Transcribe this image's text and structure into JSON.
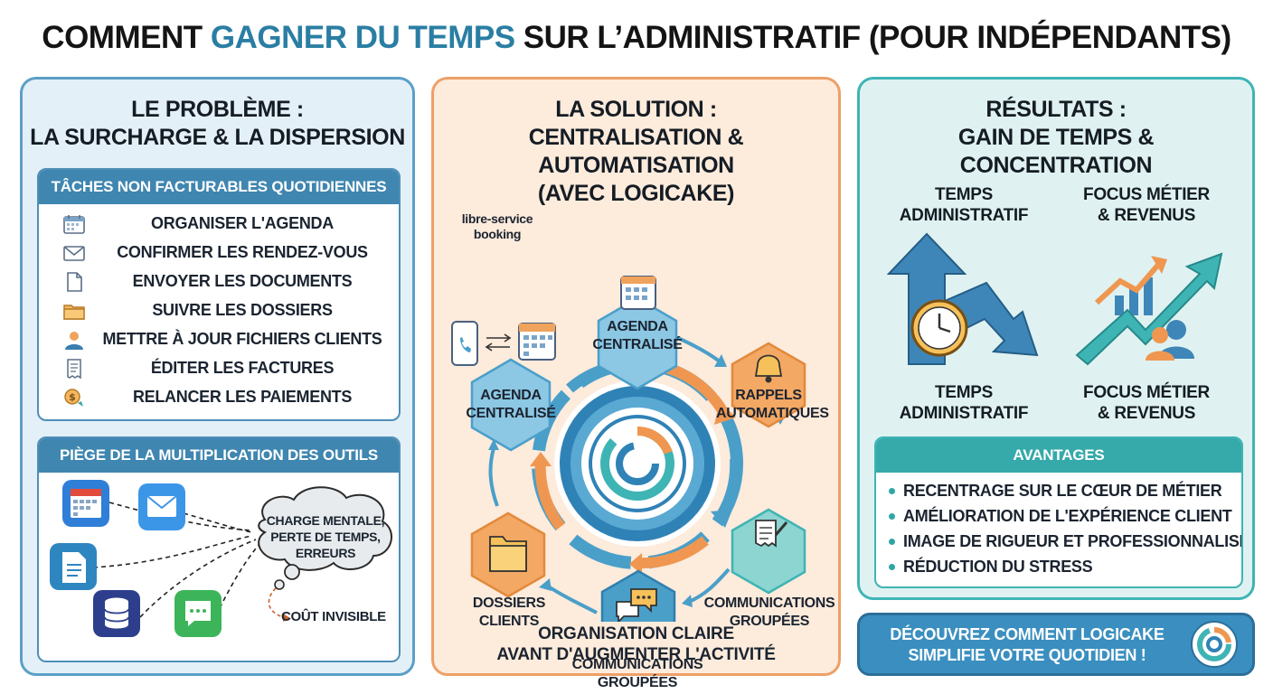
{
  "title": {
    "part1": "COMMENT ",
    "accent": "GAGNER DU TEMPS",
    "part2": " SUR L’ADMINISTRATIF (POUR INDÉPENDANTS)"
  },
  "colors": {
    "accent": "#2a7ea3",
    "problem": "#5b9fc8",
    "solution": "#eda068",
    "results": "#3fb4b5"
  },
  "problem": {
    "title_line1": "LE PROBLÈME :",
    "title_line2": "LA SURCHARGE & LA DISPERSION",
    "tasks_header": "TÂCHES NON FACTURABLES QUOTIDIENNES",
    "tasks": [
      {
        "label": "ORGANISER L'AGENDA",
        "icon": "calendar-icon"
      },
      {
        "label": "CONFIRMER LES RENDEZ-VOUS",
        "icon": "envelope-icon"
      },
      {
        "label": "ENVOYER LES DOCUMENTS",
        "icon": "document-icon"
      },
      {
        "label": "SUIVRE LES DOSSIERS",
        "icon": "folder-icon"
      },
      {
        "label": "METTRE À JOUR FICHIERS CLIENTS",
        "icon": "user-icon"
      },
      {
        "label": "ÉDITER LES FACTURES",
        "icon": "invoice-icon"
      },
      {
        "label": "RELANCER LES PAIEMENTS",
        "icon": "coin-icon"
      }
    ],
    "tools_header": "PIÈGE DE LA MULTIPLICATION DES OUTILS",
    "cloud_line1": "CHARGE MENTALE,",
    "cloud_line2": "PERTE DE TEMPS,",
    "cloud_line3": "ERREURS",
    "hidden_cost": "COÛT INVISIBLE"
  },
  "solution": {
    "title_line1": "LA SOLUTION :",
    "title_line2": "CENTRALISATION & AUTOMATISATION",
    "title_line3": "(AVEC LOGICAKE)",
    "booking_line1": "libre-service",
    "booking_line2": "booking",
    "agenda_top_line1": "AGENDA",
    "agenda_top_line2": "CENTRALISÉ",
    "agenda_left_line1": "AGENDA",
    "agenda_left_line2": "CENTRALISÉ",
    "reminders_line1": "RAPPELS",
    "reminders_line2": "AUTOMATIQUES",
    "comms_right_line1": "COMMUNICATIONS",
    "comms_right_line2": "GROUPÉES",
    "comms_bottom_line1": "COMMUNICATIONS",
    "comms_bottom_line2": "GROUPÉES",
    "files_line1": "DOSSIERS",
    "files_line2": "CLIENTS",
    "footer_line1": "ORGANISATION CLAIRE",
    "footer_line2": "AVANT D'AUGMENTER L'ACTIVITÉ"
  },
  "results": {
    "title_line1": "RÉSULTATS :",
    "title_line2": "GAIN DE TEMPS & CONCENTRATION",
    "admin_top_line1": "TEMPS",
    "admin_top_line2": "ADMINISTRATIF",
    "focus_top_line1": "FOCUS MÉTIER",
    "focus_top_line2": "& REVENUS",
    "admin_bottom_line1": "TEMPS",
    "admin_bottom_line2": "ADMINISTRATIF",
    "focus_bottom_line1": "FOCUS MÉTIER",
    "focus_bottom_line2": "& REVENUS",
    "advantages_header": "AVANTAGES",
    "advantages": [
      "RECENTRAGE SUR LE CŒUR DE MÉTIER",
      "AMÉLIORATION DE L'EXPÉRIENCE CLIENT",
      "IMAGE DE RIGUEUR ET PROFESSIONNALISME",
      "RÉDUCTION DU STRESS"
    ]
  },
  "cta": {
    "line1": "DÉCOUVREZ COMMENT LOGICAKE",
    "line2": "SIMPLIFIE VOTRE QUOTIDIEN !"
  }
}
